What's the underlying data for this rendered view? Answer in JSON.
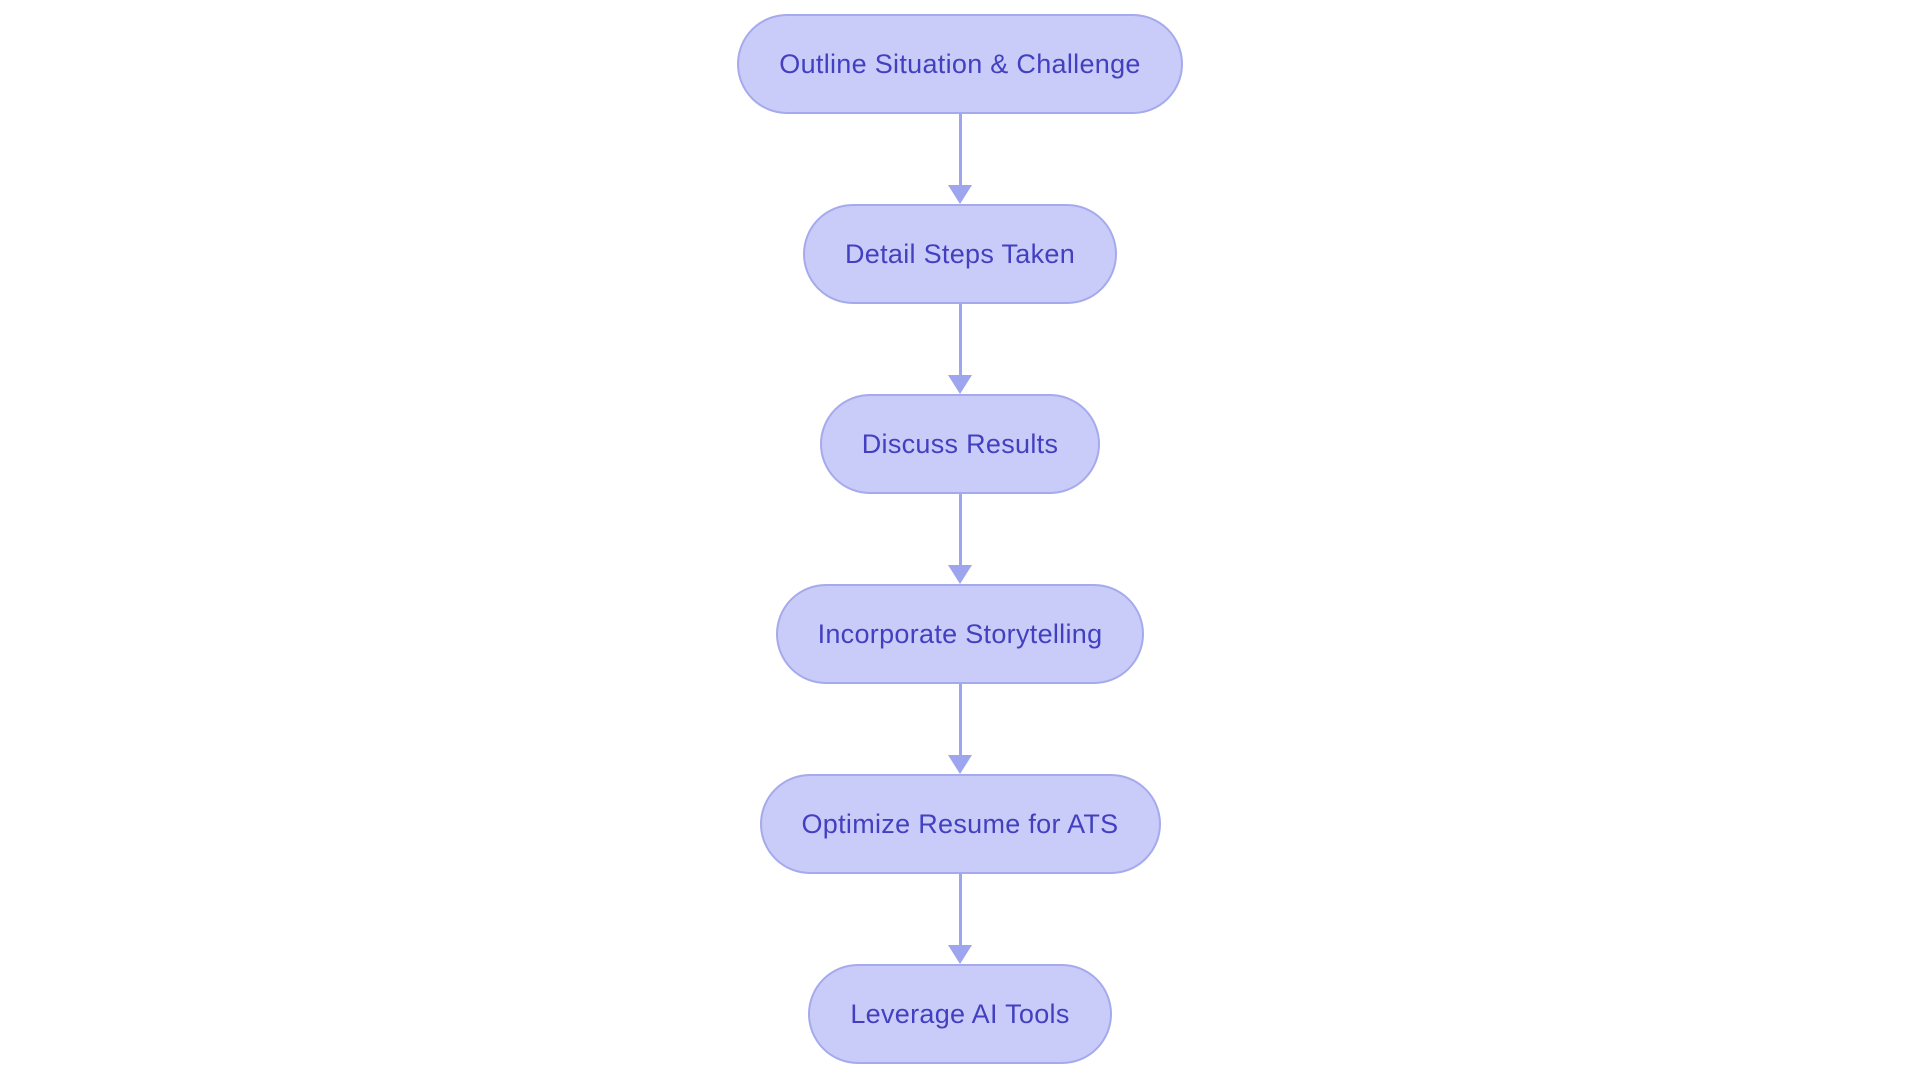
{
  "colors": {
    "background": "#ffffff",
    "node_fill": "#c9ccf8",
    "node_border": "#a5aaec",
    "node_text": "#4240c0",
    "arrow_color": "#9ea5ef"
  },
  "flowchart": {
    "type": "vertical-flow",
    "nodes": [
      {
        "id": "outline-situation-challenge",
        "label": "Outline Situation & Challenge"
      },
      {
        "id": "detail-steps-taken",
        "label": "Detail Steps Taken"
      },
      {
        "id": "discuss-results",
        "label": "Discuss Results"
      },
      {
        "id": "incorporate-storytelling",
        "label": "Incorporate Storytelling"
      },
      {
        "id": "optimize-resume-for-ats",
        "label": "Optimize Resume for ATS"
      },
      {
        "id": "leverage-ai-tools",
        "label": "Leverage AI Tools"
      }
    ],
    "edges": [
      {
        "from": "outline-situation-challenge",
        "to": "detail-steps-taken"
      },
      {
        "from": "detail-steps-taken",
        "to": "discuss-results"
      },
      {
        "from": "discuss-results",
        "to": "incorporate-storytelling"
      },
      {
        "from": "incorporate-storytelling",
        "to": "optimize-resume-for-ats"
      },
      {
        "from": "optimize-resume-for-ats",
        "to": "leverage-ai-tools"
      }
    ]
  }
}
